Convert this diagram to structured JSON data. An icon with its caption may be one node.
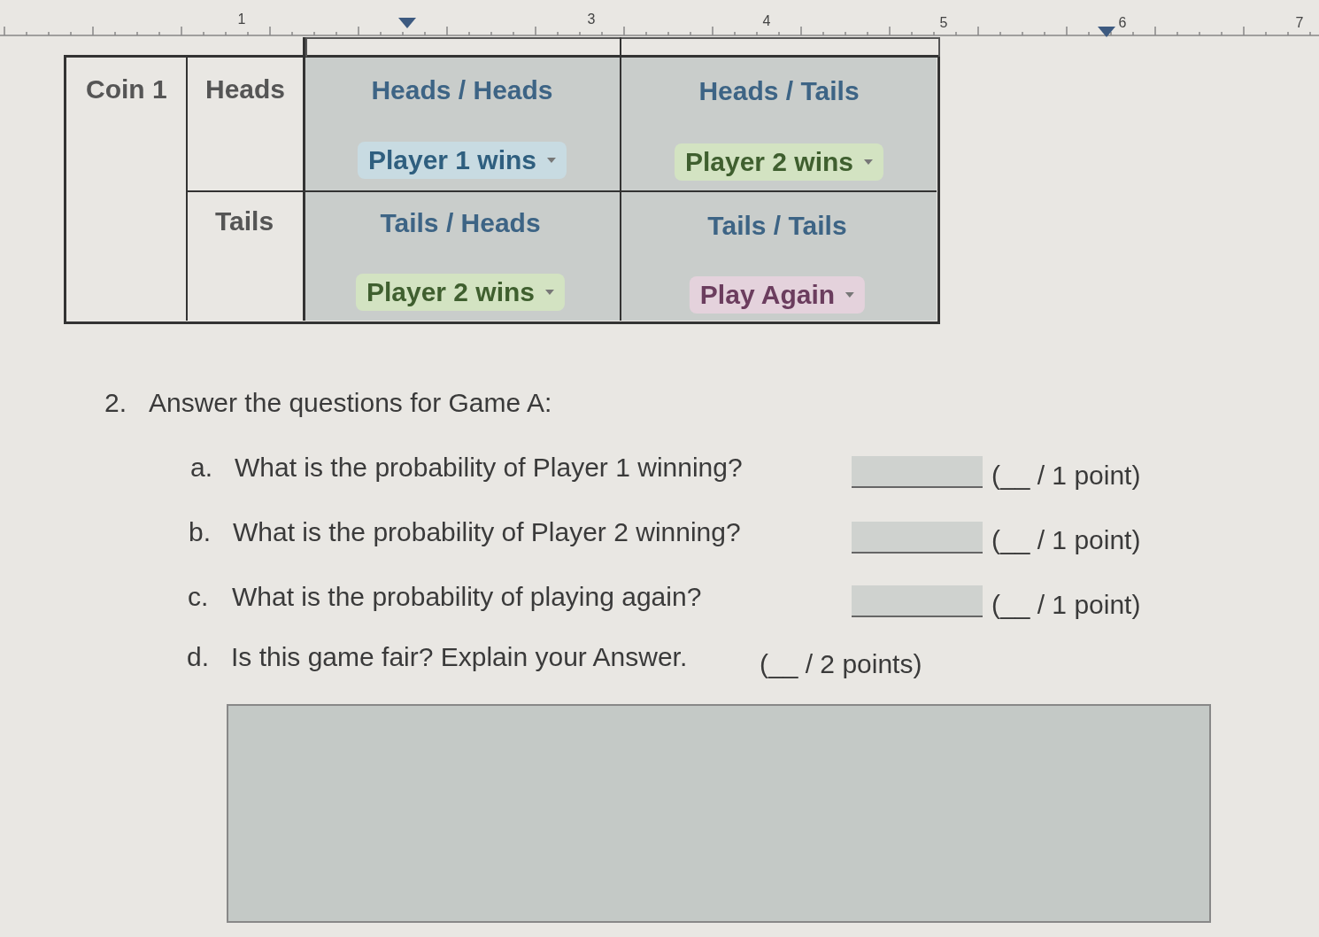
{
  "diagram": {
    "labels": [
      "1",
      "3",
      "4",
      "5",
      "6",
      "7",
      "Coin 1",
      "Heads",
      "Heads / Heads",
      "Heads / Tails",
      "Player 1 wins",
      "Player 2 wins",
      "Tails",
      "Tails / Heads",
      "Tails / Tails",
      "Player 2 wins",
      "Play Again",
      "2.",
      "Answer the questions for Game A:",
      "a.",
      "What is the probability of Player 1 winning?",
      "(__ / 1 point)",
      "b.",
      "What is the probability of Player 2 winning?",
      "(__ / 1 point)",
      "c.",
      "What is the probability of playing again?",
      "(__ / 1 point)",
      "d.",
      "Is this game fair? Explain your Answer.",
      "(__ / 2 points)"
    ]
  }
}
